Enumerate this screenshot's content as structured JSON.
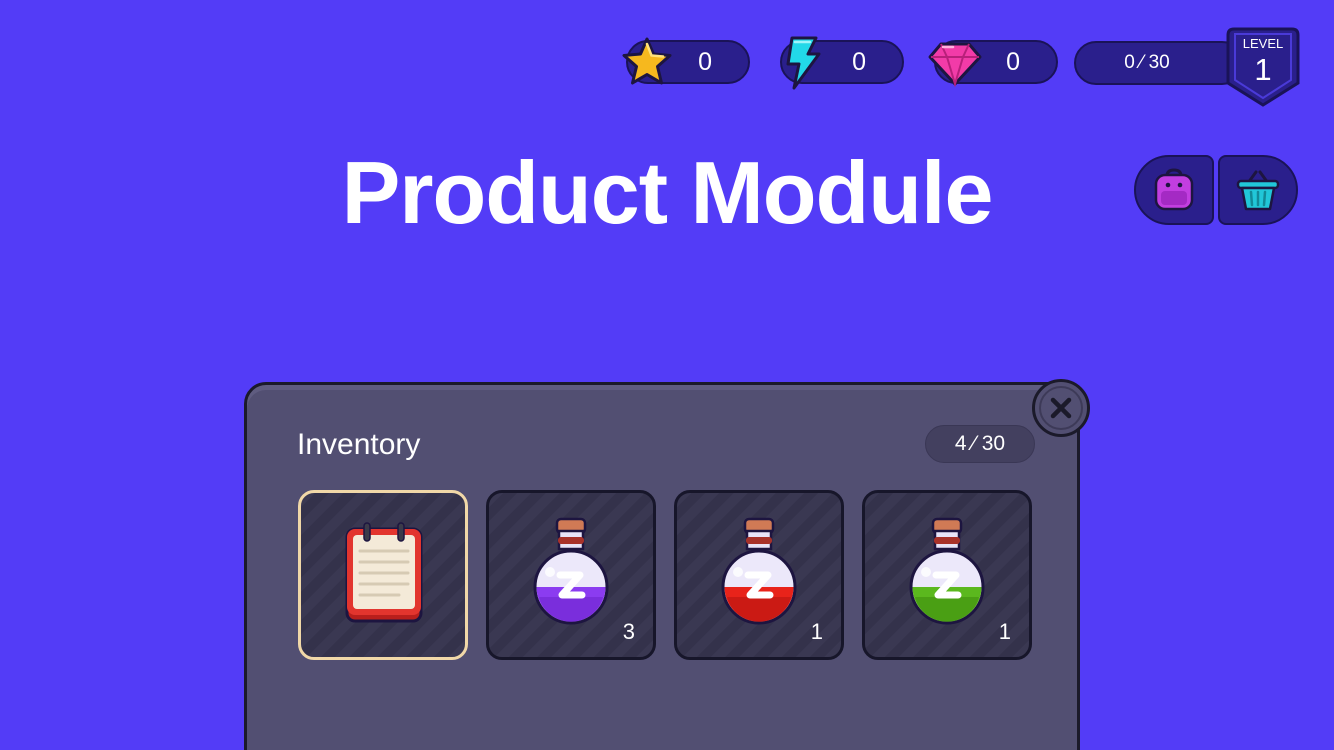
{
  "hud": {
    "stars": "0",
    "energy": "0",
    "gems": "0",
    "xp": "0 ⁄ 30",
    "level_label": "LEVEL",
    "level_value": "1"
  },
  "title": "Product Module",
  "side_buttons": [
    {
      "icon": "backpack-icon"
    },
    {
      "icon": "basket-icon"
    }
  ],
  "inventory": {
    "title": "Inventory",
    "capacity": "4 ⁄ 30",
    "items": [
      {
        "icon": "notepad-icon",
        "count": "",
        "selected": true
      },
      {
        "icon": "purple-potion-icon",
        "count": "3",
        "color": "#8b3cf0"
      },
      {
        "icon": "red-potion-icon",
        "count": "1",
        "color": "#e8231a"
      },
      {
        "icon": "green-potion-icon",
        "count": "1",
        "color": "#5bb81e"
      }
    ]
  },
  "colors": {
    "background": "#533cf7",
    "pill": "#2a1f8c",
    "panel": "#524f72",
    "selected_border": "#f1d8a8"
  }
}
